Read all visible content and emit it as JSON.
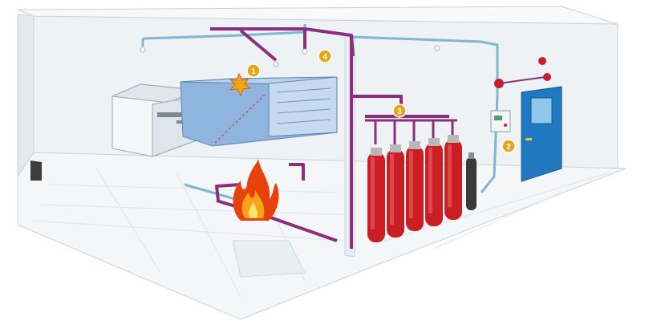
{
  "diagram": {
    "markers": [
      {
        "id": "1",
        "label": "1"
      },
      {
        "id": "2",
        "label": "2"
      },
      {
        "id": "3",
        "label": "3"
      },
      {
        "id": "4",
        "label": "4"
      }
    ],
    "cylinder_count": 5,
    "colors": {
      "wall": "#eef2f5",
      "floor": "#f4f6f8",
      "pipe_purple": "#8a2f7e",
      "pipe_blue": "#7fb6d2",
      "cylinder_red": "#c81e24",
      "door_blue": "#1f78c0",
      "marker_gold": "#e8a317",
      "equipment_blue": "#7fa8d8"
    }
  }
}
